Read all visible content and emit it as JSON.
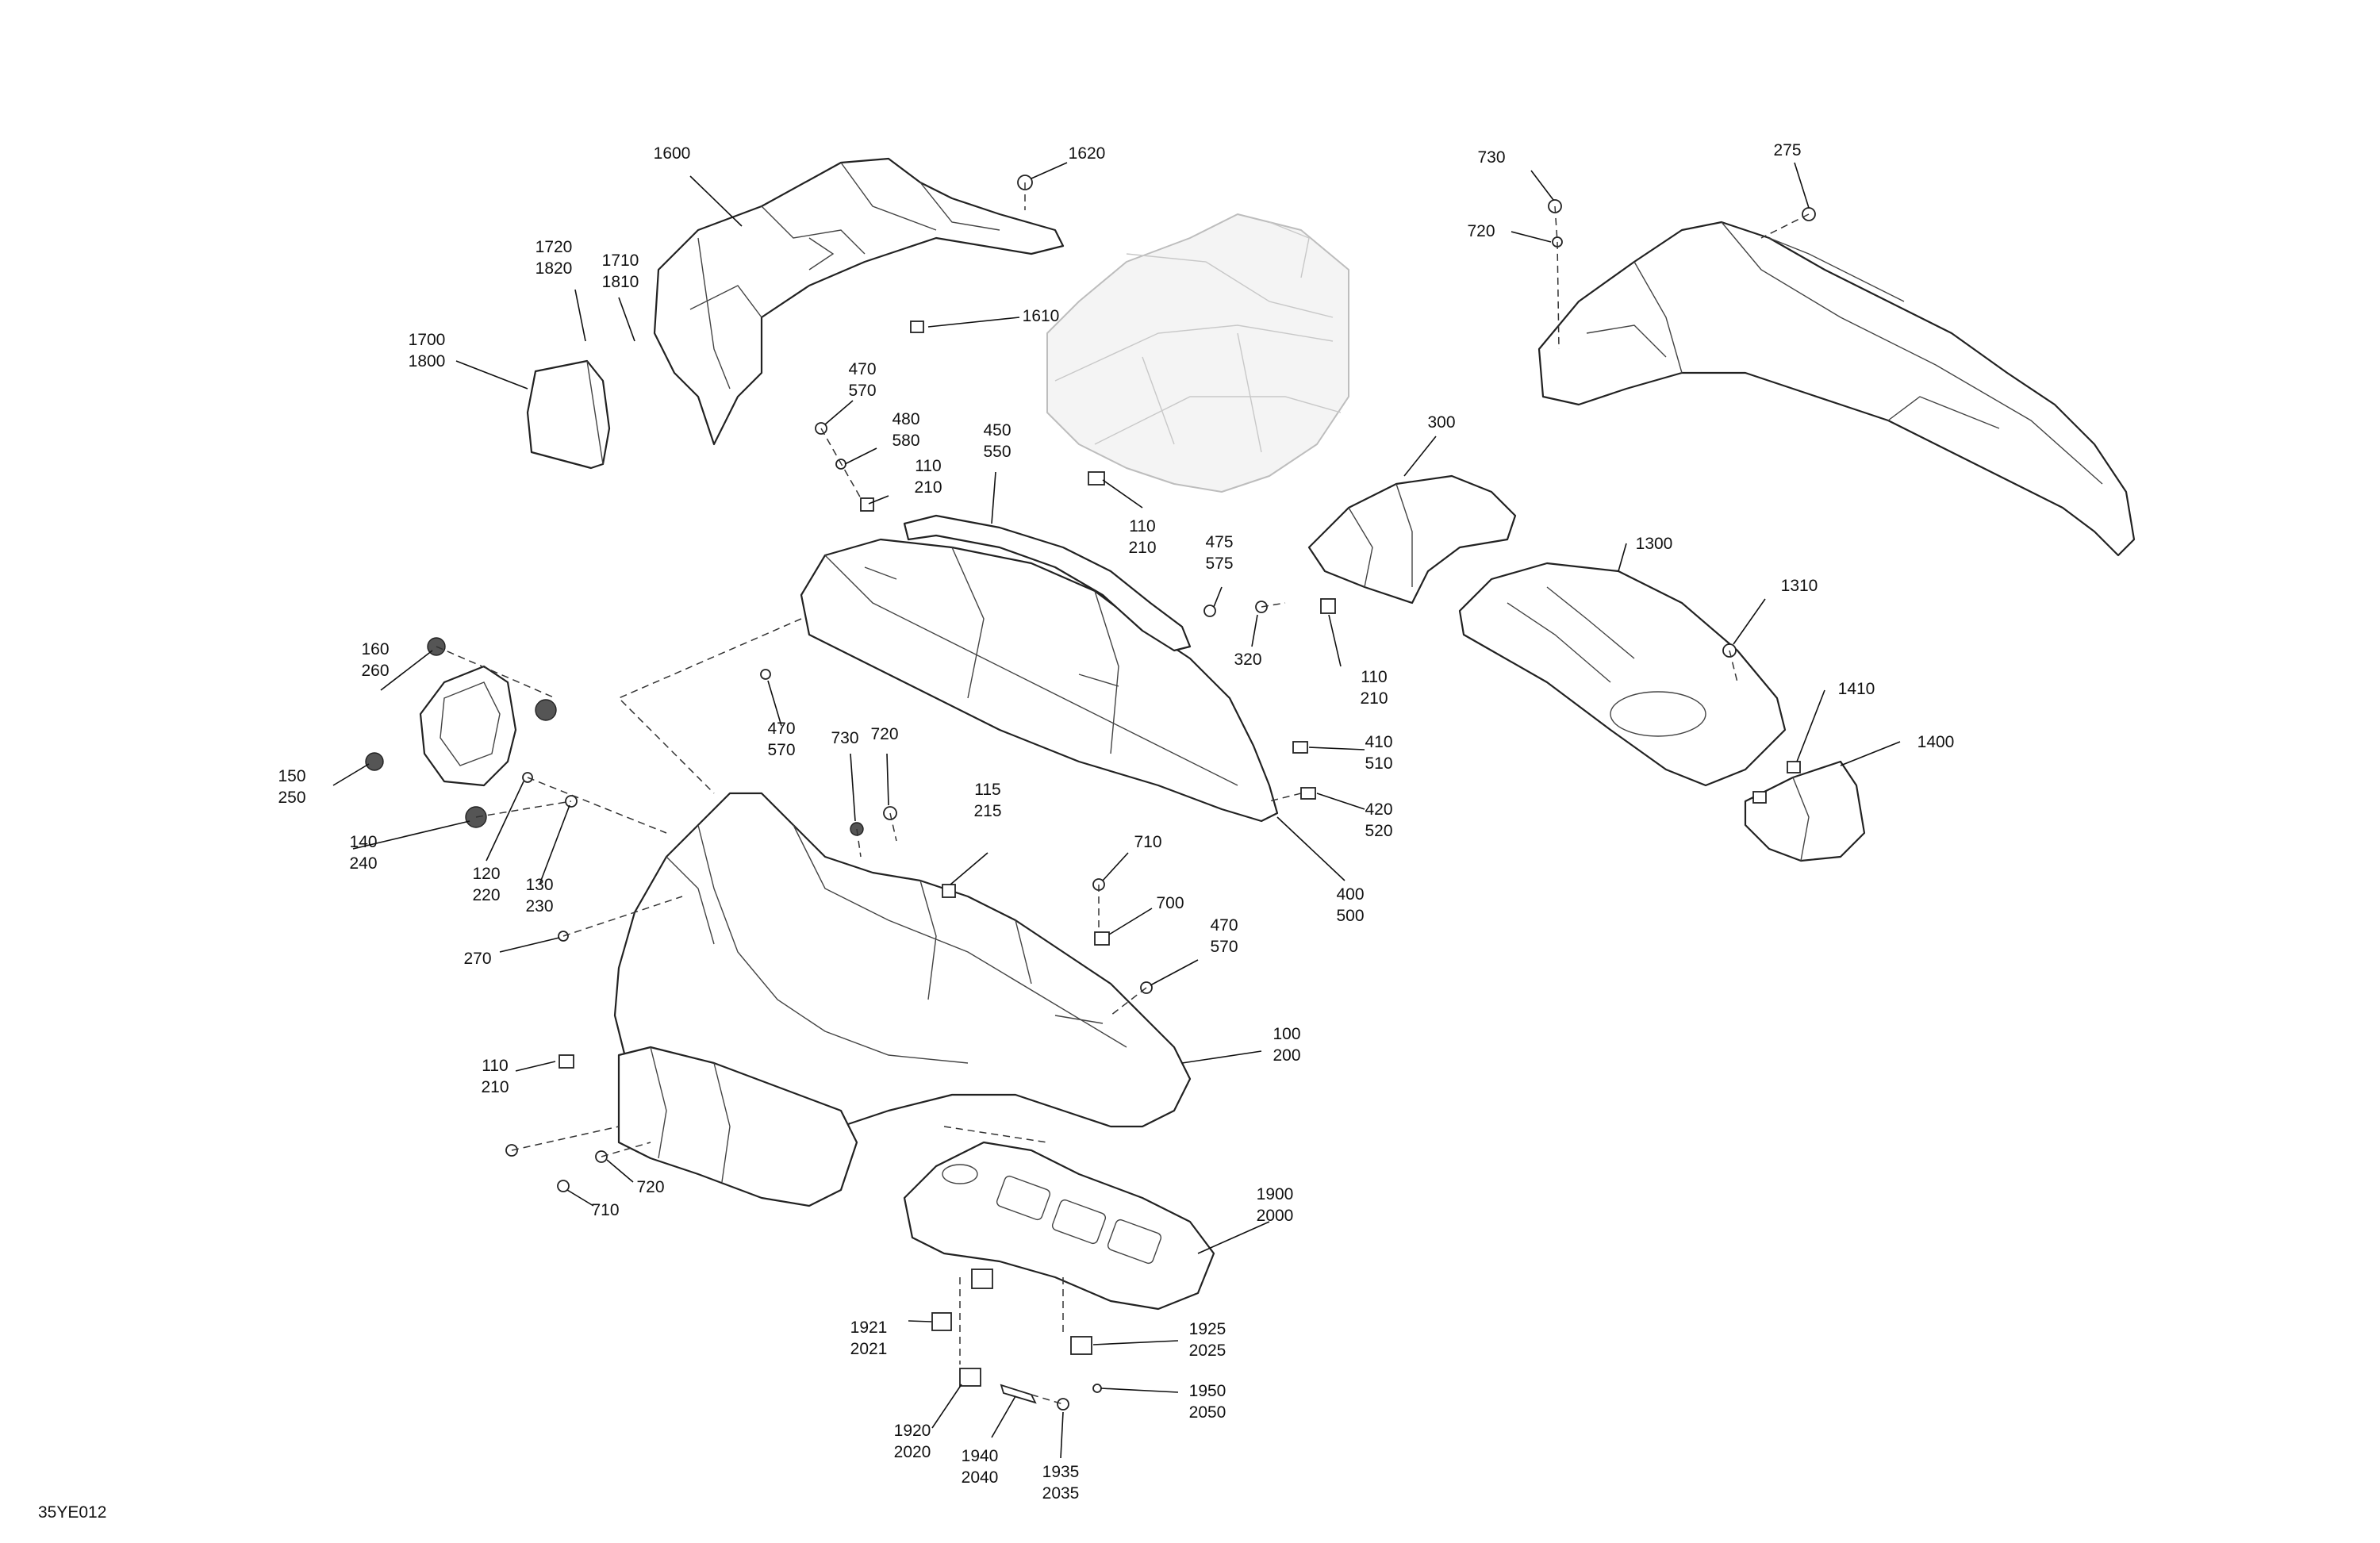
{
  "figure_code": "35YE012",
  "callouts": [
    {
      "lines": [
        "1600"
      ]
    },
    {
      "lines": [
        "1620"
      ]
    },
    {
      "lines": [
        "1720",
        "1820"
      ]
    },
    {
      "lines": [
        "1710",
        "1810"
      ]
    },
    {
      "lines": [
        "1700",
        "1800"
      ]
    },
    {
      "lines": [
        "1610"
      ]
    },
    {
      "lines": [
        "470",
        "570"
      ]
    },
    {
      "lines": [
        "480",
        "580"
      ]
    },
    {
      "lines": [
        "110",
        "210"
      ]
    },
    {
      "lines": [
        "450",
        "550"
      ]
    },
    {
      "lines": [
        "110",
        "210"
      ]
    },
    {
      "lines": [
        "475",
        "575"
      ]
    },
    {
      "lines": [
        "300"
      ]
    },
    {
      "lines": [
        "320"
      ]
    },
    {
      "lines": [
        "110",
        "210"
      ]
    },
    {
      "lines": [
        "730"
      ]
    },
    {
      "lines": [
        "720"
      ]
    },
    {
      "lines": [
        "275"
      ]
    },
    {
      "lines": [
        "1300"
      ]
    },
    {
      "lines": [
        "1310"
      ]
    },
    {
      "lines": [
        "1410"
      ]
    },
    {
      "lines": [
        "1400"
      ]
    },
    {
      "lines": [
        "160",
        "260"
      ]
    },
    {
      "lines": [
        "150",
        "250"
      ]
    },
    {
      "lines": [
        "140",
        "240"
      ]
    },
    {
      "lines": [
        "120",
        "220"
      ]
    },
    {
      "lines": [
        "130",
        "230"
      ]
    },
    {
      "lines": [
        "270"
      ]
    },
    {
      "lines": [
        "470",
        "570"
      ]
    },
    {
      "lines": [
        "730"
      ]
    },
    {
      "lines": [
        "720"
      ]
    },
    {
      "lines": [
        "115",
        "215"
      ]
    },
    {
      "lines": [
        "410",
        "510"
      ]
    },
    {
      "lines": [
        "420",
        "520"
      ]
    },
    {
      "lines": [
        "400",
        "500"
      ]
    },
    {
      "lines": [
        "710"
      ]
    },
    {
      "lines": [
        "700"
      ]
    },
    {
      "lines": [
        "470",
        "570"
      ]
    },
    {
      "lines": [
        "100",
        "200"
      ]
    },
    {
      "lines": [
        "110",
        "210"
      ]
    },
    {
      "lines": [
        "720"
      ]
    },
    {
      "lines": [
        "710"
      ]
    },
    {
      "lines": [
        "1900",
        "2000"
      ]
    },
    {
      "lines": [
        "1921",
        "2021"
      ]
    },
    {
      "lines": [
        "1925",
        "2025"
      ]
    },
    {
      "lines": [
        "1950",
        "2050"
      ]
    },
    {
      "lines": [
        "1920",
        "2020"
      ]
    },
    {
      "lines": [
        "1940",
        "2040"
      ]
    },
    {
      "lines": [
        "1935",
        "2035"
      ]
    }
  ]
}
